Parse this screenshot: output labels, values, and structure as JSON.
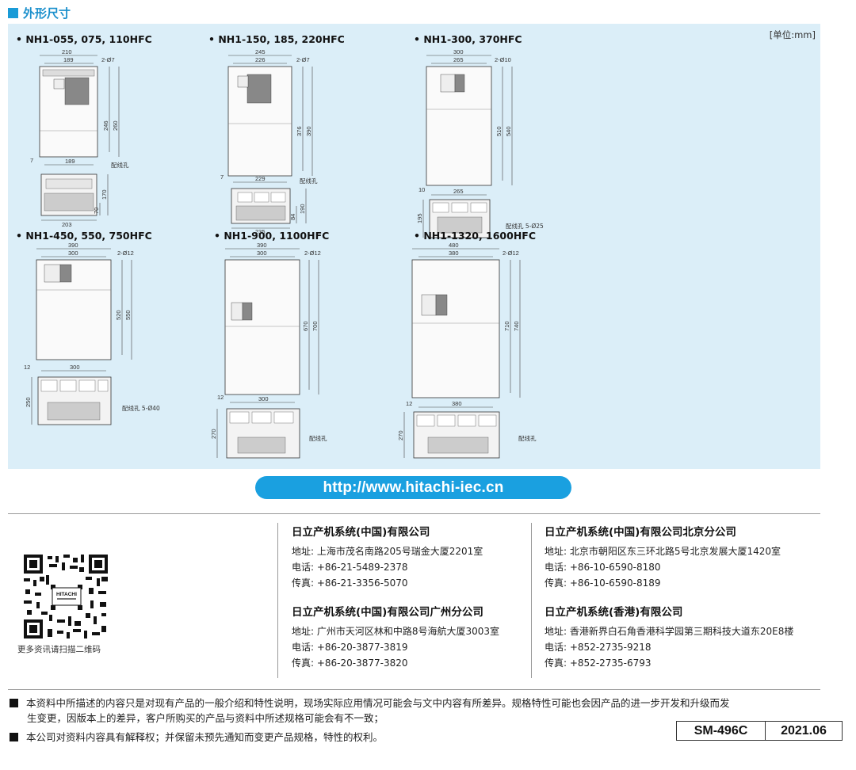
{
  "section": {
    "title": "外形尺寸"
  },
  "unit_label": "[单位:mm]",
  "models": [
    {
      "name": "• NH1-055, 075, 110HFC",
      "dims": [
        "210",
        "189",
        "2-Ø7",
        "246",
        "260",
        "7",
        "189",
        "配线孔",
        "170",
        "70",
        "203"
      ]
    },
    {
      "name": "• NH1-150, 185, 220HFC",
      "dims": [
        "245",
        "226",
        "2-Ø7",
        "376",
        "390",
        "7",
        "229",
        "配线孔",
        "190",
        "84",
        "235"
      ]
    },
    {
      "name": "• NH1-300, 370HFC",
      "dims": [
        "300",
        "265",
        "2-Ø10",
        "510",
        "540",
        "10",
        "265",
        "配线孔 5-Ø25",
        "195"
      ]
    },
    {
      "name": "• NH1-450, 550, 750HFC",
      "dims": [
        "390",
        "300",
        "2-Ø12",
        "520",
        "550",
        "12",
        "300",
        "配线孔 5-Ø40",
        "250"
      ]
    },
    {
      "name": "• NH1-900, 1100HFC",
      "dims": [
        "390",
        "300",
        "2-Ø12",
        "670",
        "700",
        "12",
        "300",
        "配线孔",
        "270"
      ]
    },
    {
      "name": "• NH1-1320, 1600HFC",
      "dims": [
        "480",
        "380",
        "2-Ø12",
        "710",
        "740",
        "12",
        "380",
        "配线孔",
        "270"
      ]
    }
  ],
  "url": "http://www.hitachi-iec.cn",
  "qr_caption": "更多资讯请扫描二维码",
  "qr_logo": "HITACHI",
  "offices": [
    {
      "name": "日立产机系统(中国)有限公司",
      "address": "地址: 上海市茂名南路205号瑞金大厦2201室",
      "phone": "电话: +86-21-5489-2378",
      "fax": "传真: +86-21-3356-5070"
    },
    {
      "name": "日立产机系统(中国)有限公司北京分公司",
      "address": "地址: 北京市朝阳区东三环北路5号北京发展大厦1420室",
      "phone": "电话: +86-10-6590-8180",
      "fax": "传真: +86-10-6590-8189"
    },
    {
      "name": "日立产机系统(中国)有限公司广州分公司",
      "address": "地址: 广州市天河区林和中路8号海航大厦3003室",
      "phone": "电话: +86-20-3877-3819",
      "fax": "传真: +86-20-3877-3820"
    },
    {
      "name": "日立产机系统(香港)有限公司",
      "address": "地址: 香港新界白石角香港科学园第三期科技大道东20E8楼",
      "phone": "电话: +852-2735-9218",
      "fax": "传真: +852-2735-6793"
    }
  ],
  "disclaimers": [
    {
      "line1": "本资料中所描述的内容只是对现有产品的一般介绍和特性说明，现场实际应用情况可能会与文中内容有所差异。规格特性可能也会因产品的进一步开发和升级而发",
      "line2": "生变更，因版本上的差异，客户所购买的产品与资料中所述规格可能会有不一致；"
    },
    {
      "line1": "本公司对资料内容具有解释权；并保留未预先通知而变更产品规格，特性的权利。"
    }
  ],
  "doc_code": "SM-496C",
  "doc_date": "2021.06",
  "colors": {
    "accent": "#1a9bd7",
    "panel_bg": "#dbeef8",
    "url_bar": "#1aa0e0"
  }
}
